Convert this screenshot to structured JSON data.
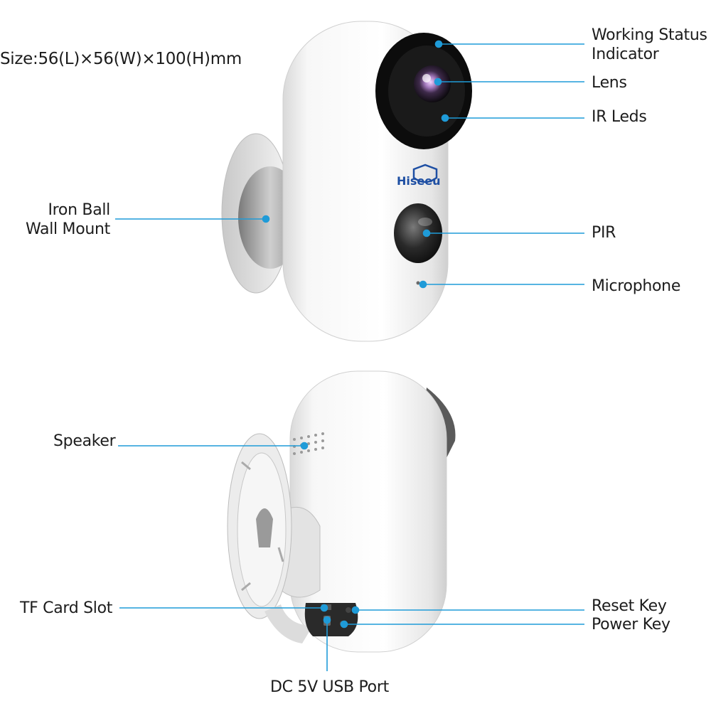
{
  "size_text": "Size:56(L)×56(W)×100(H)mm",
  "brand": {
    "logo_text": "Hiseeu"
  },
  "labels": {
    "working_status_line1": "Working Status",
    "working_status_line2": "Indicator",
    "lens": "Lens",
    "ir_leds": "IR Leds",
    "iron_ball_line1": "Iron Ball",
    "iron_ball_line2": "Wall Mount",
    "pir": "PIR",
    "microphone": "Microphone",
    "speaker": "Speaker",
    "tf_card_slot": "TF Card Slot",
    "reset_key": "Reset Key",
    "power_key": "Power Key",
    "dc_usb_port": "DC 5V USB Port"
  },
  "colors": {
    "leader_line": "#1f9bd8",
    "text": "#1c1c1c",
    "logo_blue": "#1e4fa3"
  }
}
